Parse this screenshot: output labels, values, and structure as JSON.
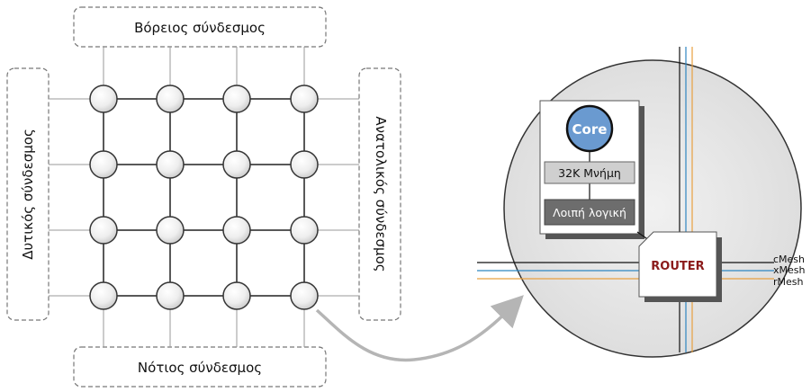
{
  "connections": {
    "north": "Βόρειος σύνδεσμος",
    "south": "Νότιος σύνδεσμος",
    "west": "Δυτικός σύνδεσμος",
    "east": "Ανατολικός σύνδεσμος"
  },
  "grid": {
    "rows": 4,
    "cols": 4
  },
  "tile": {
    "core": "Core",
    "memory": "32K Μνήμη",
    "logic": "Λοιπή λογική",
    "router": "ROUTER"
  },
  "meshes": [
    {
      "label": "cMesh",
      "color": "#111111"
    },
    {
      "label": "xMesh",
      "color": "#2e86c1"
    },
    {
      "label": "rMesh",
      "color": "#e8a040"
    }
  ],
  "colors": {
    "core_fill": "#6a9ad0",
    "router_text": "#8b1a1a",
    "memory_fill": "#cfcfcf",
    "logic_fill": "#6d6d6d",
    "arrow": "#b5b5b5"
  }
}
